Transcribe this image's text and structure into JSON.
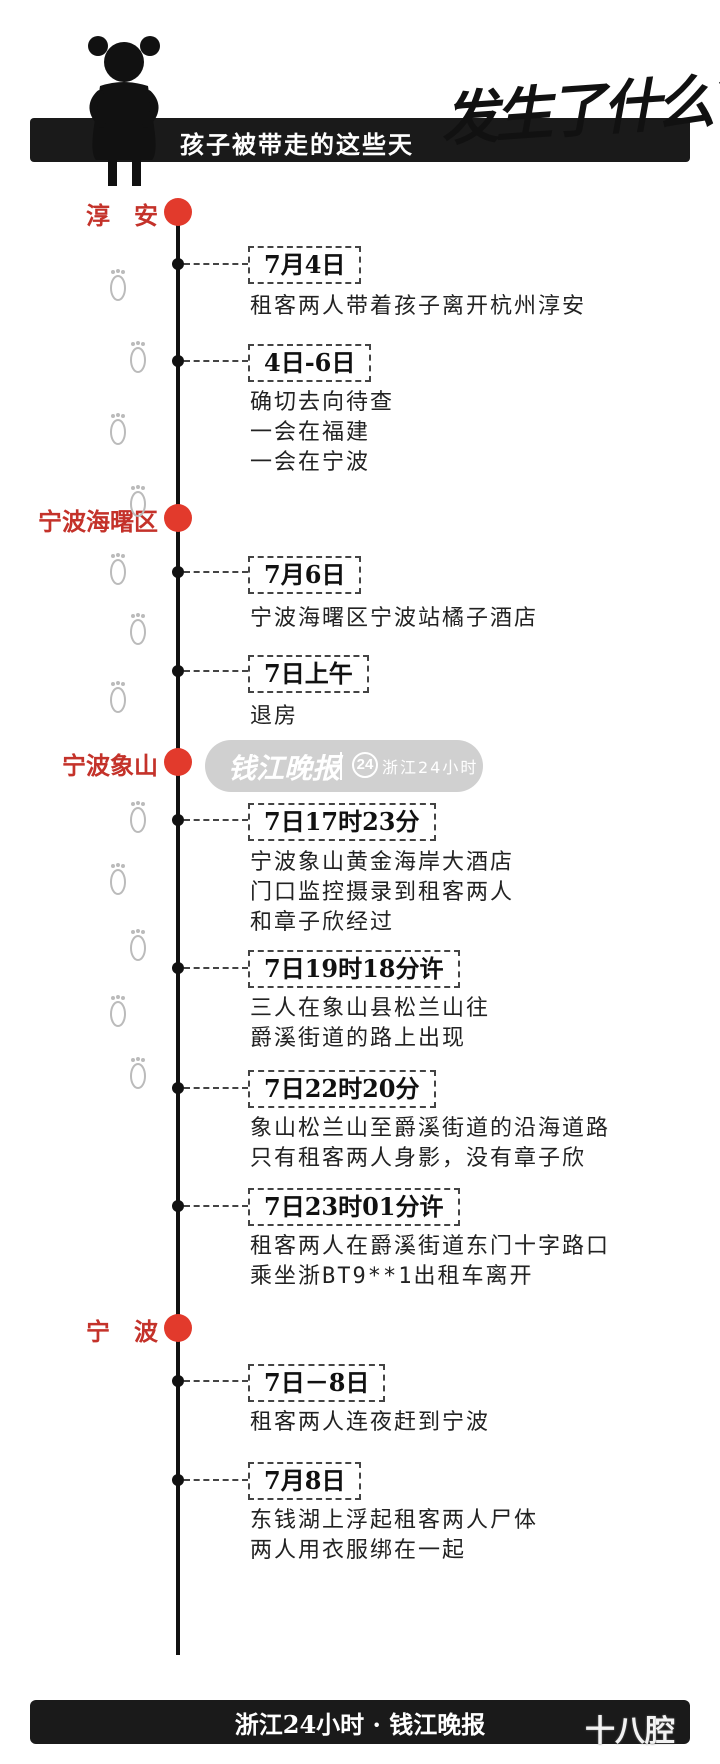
{
  "header": {
    "title": "孩子被带走的这些天",
    "slogan": "发生了什么？"
  },
  "icons": {
    "girl": "girl-silhouette-icon",
    "footprint": "footprint-icon",
    "watermark_logo": "24-circle-icon"
  },
  "colors": {
    "accent_red": "#e23a2c",
    "location_text": "#c4322a",
    "dark": "#1a1a1a"
  },
  "locations": [
    {
      "name": "淳　安"
    },
    {
      "name": "宁波海曙区"
    },
    {
      "name": "宁波象山"
    },
    {
      "name": "宁　波"
    }
  ],
  "events": [
    {
      "date": "7月4日",
      "lines": [
        "租客两人带着孩子离开杭州淳安"
      ]
    },
    {
      "date": "4日-6日",
      "lines": [
        "确切去向待查",
        "一会在福建",
        "一会在宁波"
      ]
    },
    {
      "date": "7月6日",
      "lines": [
        "宁波海曙区宁波站橘子酒店"
      ]
    },
    {
      "date": "7日上午",
      "lines": [
        "退房"
      ]
    },
    {
      "date": "7日17时23分",
      "lines": [
        "宁波象山黄金海岸大酒店",
        "门口监控摄录到租客两人",
        "和章子欣经过"
      ]
    },
    {
      "date": "7日19时18分许",
      "lines": [
        "三人在象山县松兰山往",
        "爵溪街道的路上出现"
      ]
    },
    {
      "date": "7日22时20分",
      "lines": [
        "象山松兰山至爵溪街道的沿海道路",
        "只有租客两人身影，没有章子欣"
      ]
    },
    {
      "date": "7日23时01分许",
      "lines": [
        "租客两人在爵溪街道东门十字路口",
        "乘坐浙BT9**1出租车离开"
      ]
    },
    {
      "date": "7日－8日",
      "lines": [
        "租客两人连夜赶到宁波"
      ]
    },
    {
      "date": "7月8日",
      "lines": [
        "东钱湖上浮起租客两人尸体",
        "两人用衣服绑在一起"
      ]
    }
  ],
  "watermark": {
    "paper": "钱江晚报",
    "logo_text": "24",
    "channel": "浙江24小时"
  },
  "footer": {
    "text": "浙江24小时 · 钱江晚报",
    "corner_mark": "十八腔"
  }
}
